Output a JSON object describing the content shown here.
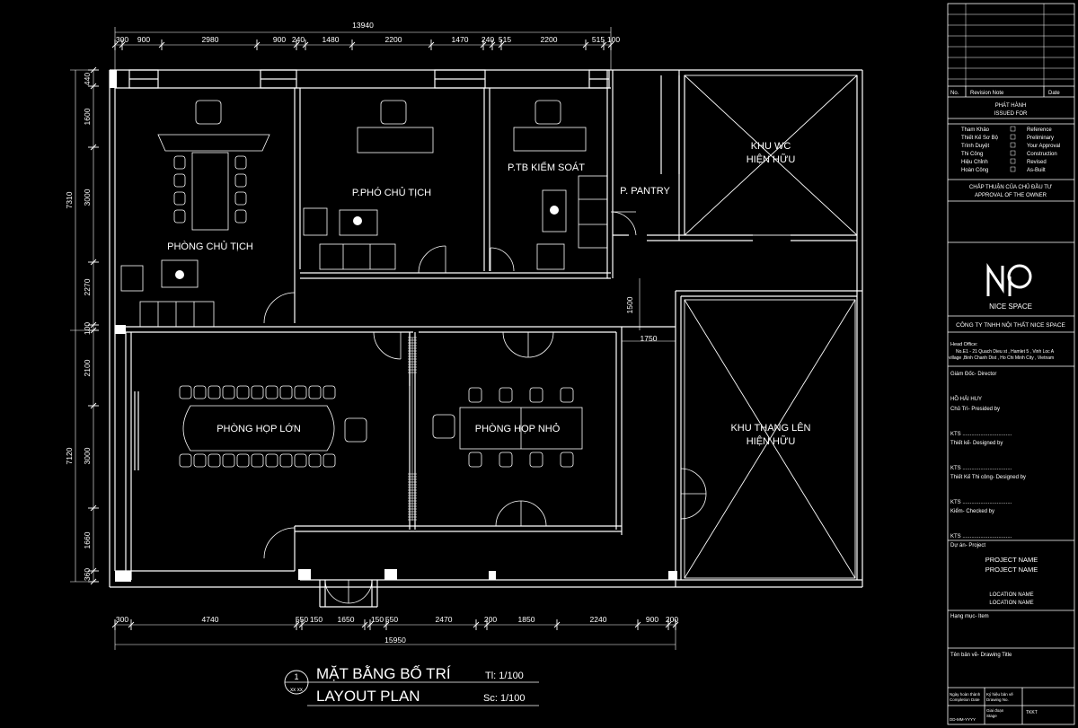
{
  "dims": {
    "top_total": "13940",
    "top": [
      "300",
      "900",
      "2980",
      "900",
      "240",
      "1480",
      "2200",
      "1470",
      "240",
      "515",
      "2200",
      "515",
      "100"
    ],
    "bottom_total": "15950",
    "bottom": [
      "300",
      "4740",
      "550",
      "150",
      "1650",
      "150",
      "550",
      "2470",
      "200",
      "1850",
      "2240",
      "900",
      "200"
    ],
    "left_upper_total": "7310",
    "left_upper": [
      "440",
      "1600",
      "3000",
      "2270",
      "100"
    ],
    "left_lower_total": "7120",
    "left_lower": [
      "2100",
      "3000",
      "1660",
      "360"
    ],
    "corridor_v": "1500",
    "corridor_h": "1750"
  },
  "rooms": {
    "chairman": "PHÒNG CHỦ TỊCH",
    "vice_chairman": "P.PHÓ CHỦ TỊCH",
    "control": "P.TB KIỂM SOÁT",
    "pantry": "P. PANTRY",
    "wc_line1": "KHU WC",
    "wc_line2": "HIỆN HỮU",
    "large_meeting": "PHÒNG HỌP LỚN",
    "small_meeting": "PHÒNG HỌP NHỎ",
    "stair_line1": "KHU THANG LÊN",
    "stair_line2": "HIỆN HỮU"
  },
  "title": {
    "number": "1",
    "ref": "xx xx",
    "vi": "MẶT BẰNG BỐ TRÍ",
    "en": "LAYOUT PLAN",
    "ti": "Tl: 1/100",
    "sc": "Sc: 1/100"
  },
  "titleblock": {
    "no": "No.",
    "revision": "Revision Note",
    "date": "Date",
    "issued_vi": "PHÁT HÀNH",
    "issued_en": "ISSUED FOR",
    "issue_rows": [
      [
        "Tham Khảo",
        "Reference"
      ],
      [
        "Thiết Kế Sơ Bộ",
        "Preliminary"
      ],
      [
        "Trình Duyệt",
        "Your Approval"
      ],
      [
        "Thi Công",
        "Construction"
      ],
      [
        "Hiệu Chỉnh",
        "Revised"
      ],
      [
        "Hoàn Công",
        "As-Built"
      ]
    ],
    "approval_vi": "CHẤP THUẬN CỦA CHỦ ĐẦU TƯ",
    "approval_en": "APPROVAL OF THE OWNER",
    "logo_text": "NICE SPACE",
    "company": "CÔNG TY TNHH NỘI THẤT NICE SPACE",
    "head_office": "Head Office:",
    "address1": "No.E1 - 21 Quach Dieu st , Hamlet 5 , Vinh Loc A",
    "address2": "village ,Binh Chanh Dist , Ho Chi Minh City , Vietnam",
    "director_label": "Giám Đốc- Director",
    "director_name": "HỒ HẢI HUY",
    "presided": "Chủ Trì- Presided by",
    "kts1": "KTS .................................",
    "designed": "Thiết kế- Designed by",
    "kts2": "KTS .................................",
    "const_designed": "Thiết Kế Thi công- Designed by",
    "kts3": "KTS .................................",
    "checked": "Kiểm- Checked by",
    "kts4": "KTS .................................",
    "project_label": "Dự án- Project",
    "project1": "PROJECT NAME",
    "project2": "PROJECT NAME",
    "location1": "LOCATION NAME",
    "location2": "LOCATION NAME",
    "item_label": "Hạng mục- Item",
    "drawing_title": "Tên bản vẽ- Drawing Title",
    "completion_vi": "Ngày hoàn thành",
    "completion_en": "Completion Date",
    "drawing_no_vi": "Ký hiệu bản vẽ",
    "drawing_no_en": "Drawing No.",
    "date_value": "DD-MM-YYYY",
    "stage_vi": "Giai đoạn",
    "stage_en": "Stage",
    "stage_value": "TKKT"
  },
  "colors": {
    "line": "#ffffff",
    "background": "#000000"
  }
}
